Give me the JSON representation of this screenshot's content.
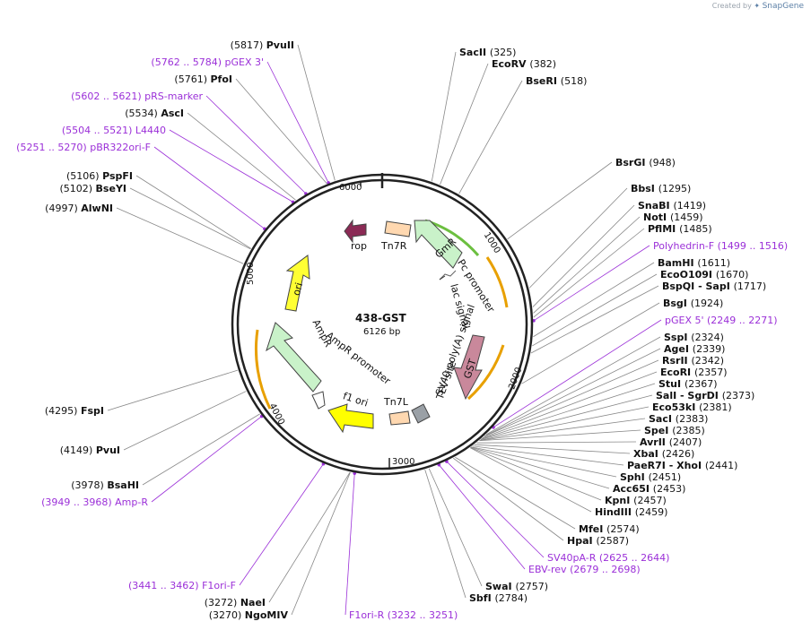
{
  "header": {
    "created_by": "Created by",
    "brand": "SnapGene"
  },
  "plasmid": {
    "name": "438-GST",
    "size": "6126 bp"
  },
  "colors": {
    "primer": "#9b30d8",
    "line": "#888888",
    "primer_line": "#9b30d8"
  },
  "tick_labels": [
    "1000",
    "2000",
    "3000",
    "4000",
    "5000",
    "6000"
  ],
  "features": [
    {
      "name": "GmR",
      "color": "#c9f2c9"
    },
    {
      "name": "Pc promoter",
      "color": "#ffffff"
    },
    {
      "name": "lac signal",
      "color": "#ffffff"
    },
    {
      "name": "GST",
      "color": "#c9889b"
    },
    {
      "name": "SV40 poly(A) signal",
      "color": "#ffffff"
    },
    {
      "name": "TEV site",
      "color": "#9aa0a6"
    },
    {
      "name": "Tn7L",
      "color": "#ffd8b0"
    },
    {
      "name": "f1 ori",
      "color": "#ffffff"
    },
    {
      "name": "AmpR promoter",
      "color": "#ffffff"
    },
    {
      "name": "AmpR",
      "color": "#c9f2c9"
    },
    {
      "name": "ori",
      "color": "#ffff33"
    },
    {
      "name": "rop",
      "color": "#8b2a55"
    },
    {
      "name": "Tn7R",
      "color": "#ffd8b0"
    }
  ],
  "sites": [
    {
      "name": "PvuII",
      "pos": "(5817)",
      "kind": "enzyme",
      "side": "L"
    },
    {
      "name": "pGEX 3'",
      "pos": "(5762 .. 5784)",
      "kind": "primer",
      "side": "L"
    },
    {
      "name": "PfoI",
      "pos": "(5761)",
      "kind": "enzyme",
      "side": "L"
    },
    {
      "name": "pRS-marker",
      "pos": "(5602 .. 5621)",
      "kind": "primer",
      "side": "L"
    },
    {
      "name": "AscI",
      "pos": "(5534)",
      "kind": "enzyme",
      "side": "L"
    },
    {
      "name": "L4440",
      "pos": "(5504 .. 5521)",
      "kind": "primer",
      "side": "L"
    },
    {
      "name": "pBR322ori-F",
      "pos": "(5251 .. 5270)",
      "kind": "primer",
      "side": "L"
    },
    {
      "name": "PspFI",
      "pos": "(5106)",
      "kind": "enzyme",
      "side": "L"
    },
    {
      "name": "BseYI",
      "pos": "(5102)",
      "kind": "enzyme",
      "side": "L"
    },
    {
      "name": "AlwNI",
      "pos": "(4997)",
      "kind": "enzyme",
      "side": "L"
    },
    {
      "name": "FspI",
      "pos": "(4295)",
      "kind": "enzyme",
      "side": "L"
    },
    {
      "name": "PvuI",
      "pos": "(4149)",
      "kind": "enzyme",
      "side": "L"
    },
    {
      "name": "BsaHI",
      "pos": "(3978)",
      "kind": "enzyme",
      "side": "L"
    },
    {
      "name": "Amp-R",
      "pos": "(3949 .. 3968)",
      "kind": "primer",
      "side": "L"
    },
    {
      "name": "F1ori-F",
      "pos": "(3441 .. 3462)",
      "kind": "primer",
      "side": "L"
    },
    {
      "name": "NaeI",
      "pos": "(3272)",
      "kind": "enzyme",
      "side": "L"
    },
    {
      "name": "NgoMIV",
      "pos": "(3270)",
      "kind": "enzyme",
      "side": "L"
    },
    {
      "name": "F1ori-R",
      "pos": "(3232 .. 3251)",
      "kind": "primer",
      "side": "R"
    },
    {
      "name": "SacII",
      "pos": "(325)",
      "kind": "enzyme",
      "side": "R"
    },
    {
      "name": "EcoRV",
      "pos": "(382)",
      "kind": "enzyme",
      "side": "R"
    },
    {
      "name": "BseRI",
      "pos": "(518)",
      "kind": "enzyme",
      "side": "R"
    },
    {
      "name": "BsrGI",
      "pos": "(948)",
      "kind": "enzyme",
      "side": "R"
    },
    {
      "name": "BbsI",
      "pos": "(1295)",
      "kind": "enzyme",
      "side": "R"
    },
    {
      "name": "SnaBI",
      "pos": "(1419)",
      "kind": "enzyme",
      "side": "R"
    },
    {
      "name": "NotI",
      "pos": "(1459)",
      "kind": "enzyme",
      "side": "R"
    },
    {
      "name": "PflMI",
      "pos": "(1485)",
      "kind": "enzyme",
      "side": "R"
    },
    {
      "name": "Polyhedrin-F",
      "pos": "(1499 .. 1516)",
      "kind": "primer",
      "side": "R"
    },
    {
      "name": "BamHI",
      "pos": "(1611)",
      "kind": "enzyme",
      "side": "R"
    },
    {
      "name": "EcoO109I",
      "pos": "(1670)",
      "kind": "enzyme",
      "side": "R"
    },
    {
      "name": "BspQI - SapI",
      "pos": "(1717)",
      "kind": "enzyme",
      "side": "R"
    },
    {
      "name": "BsgI",
      "pos": "(1924)",
      "kind": "enzyme",
      "side": "R"
    },
    {
      "name": "pGEX 5'",
      "pos": "(2249 .. 2271)",
      "kind": "primer",
      "side": "R"
    },
    {
      "name": "SspI",
      "pos": "(2324)",
      "kind": "enzyme",
      "side": "R"
    },
    {
      "name": "AgeI",
      "pos": "(2339)",
      "kind": "enzyme",
      "side": "R"
    },
    {
      "name": "RsrII",
      "pos": "(2342)",
      "kind": "enzyme",
      "side": "R"
    },
    {
      "name": "EcoRI",
      "pos": "(2357)",
      "kind": "enzyme",
      "side": "R"
    },
    {
      "name": "StuI",
      "pos": "(2367)",
      "kind": "enzyme",
      "side": "R"
    },
    {
      "name": "SalI - SgrDI",
      "pos": "(2373)",
      "kind": "enzyme",
      "side": "R"
    },
    {
      "name": "Eco53kI",
      "pos": "(2381)",
      "kind": "enzyme",
      "side": "R"
    },
    {
      "name": "SacI",
      "pos": "(2383)",
      "kind": "enzyme",
      "side": "R"
    },
    {
      "name": "SpeI",
      "pos": "(2385)",
      "kind": "enzyme",
      "side": "R"
    },
    {
      "name": "AvrII",
      "pos": "(2407)",
      "kind": "enzyme",
      "side": "R"
    },
    {
      "name": "XbaI",
      "pos": "(2426)",
      "kind": "enzyme",
      "side": "R"
    },
    {
      "name": "PaeR7I - XhoI",
      "pos": "(2441)",
      "kind": "enzyme",
      "side": "R"
    },
    {
      "name": "SphI",
      "pos": "(2451)",
      "kind": "enzyme",
      "side": "R"
    },
    {
      "name": "Acc65I",
      "pos": "(2453)",
      "kind": "enzyme",
      "side": "R"
    },
    {
      "name": "KpnI",
      "pos": "(2457)",
      "kind": "enzyme",
      "side": "R"
    },
    {
      "name": "HindIII",
      "pos": "(2459)",
      "kind": "enzyme",
      "side": "R"
    },
    {
      "name": "MfeI",
      "pos": "(2574)",
      "kind": "enzyme",
      "side": "R"
    },
    {
      "name": "HpaI",
      "pos": "(2587)",
      "kind": "enzyme",
      "side": "R"
    },
    {
      "name": "SV40pA-R",
      "pos": "(2625 .. 2644)",
      "kind": "primer",
      "side": "R"
    },
    {
      "name": "EBV-rev",
      "pos": "(2679 .. 2698)",
      "kind": "primer",
      "side": "R"
    },
    {
      "name": "SwaI",
      "pos": "(2757)",
      "kind": "enzyme",
      "side": "R"
    },
    {
      "name": "SbfI",
      "pos": "(2784)",
      "kind": "enzyme",
      "side": "R"
    }
  ]
}
